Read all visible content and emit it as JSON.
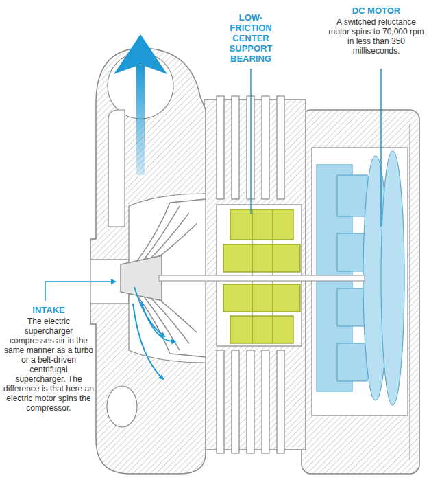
{
  "diagram": {
    "labels": [
      "DC MOTOR",
      "A switched reluctance motor spins to 70,000 rpm in less than 350 milliseconds.",
      "LOW-FRICTION CENTER SUPPORT BEARING",
      "INTAKE",
      "The electric supercharger compresses air in the same manner as a turbo or a belt-driven centrifugal supercharger. The difference is that here an electric motor spins the compressor."
    ]
  }
}
